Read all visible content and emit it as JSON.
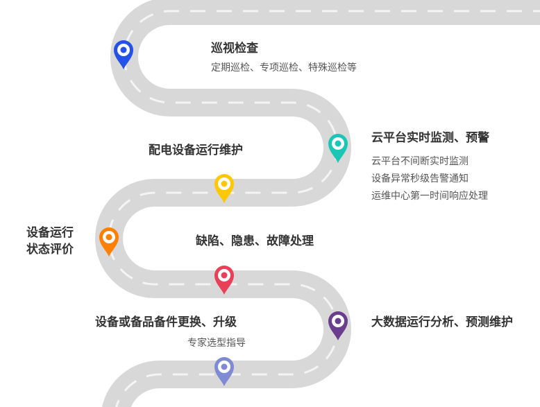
{
  "steps": [
    {
      "title": "巡视检查",
      "desc": "定期巡检、专项巡检、特殊巡检等",
      "color": "#2451e8"
    },
    {
      "title": "云平台实时监测、预警",
      "lines": [
        "云平台不间断实时监测",
        "设备异常秒级告警通知",
        "运维中心第一时间响应处理"
      ],
      "color": "#1cc6b4"
    },
    {
      "title": "配电设备运行维护",
      "color": "#ffc800"
    },
    {
      "title_lines": [
        "设备运行",
        "状态评价"
      ],
      "color": "#ff7f00"
    },
    {
      "title": "缺陷、隐患、故障处理",
      "color": "#e84058"
    },
    {
      "title": "大数据运行分析、预测维护",
      "color": "#6a3d8f"
    },
    {
      "title": "设备或备品备件更换、升级",
      "desc": "专家选型指导",
      "color": "#7f8ad4"
    }
  ]
}
